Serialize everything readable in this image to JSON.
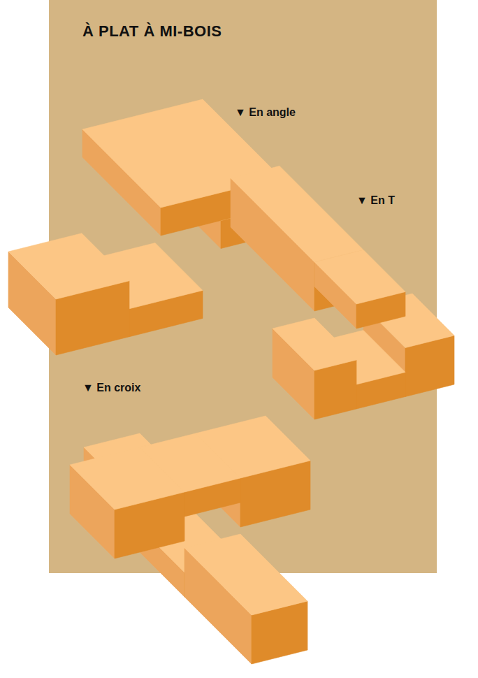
{
  "diagram": {
    "title": "À PLAT À MI-BOIS",
    "labels": [
      "▼ En angle",
      "▼ En T",
      "▼ En croix"
    ]
  }
}
